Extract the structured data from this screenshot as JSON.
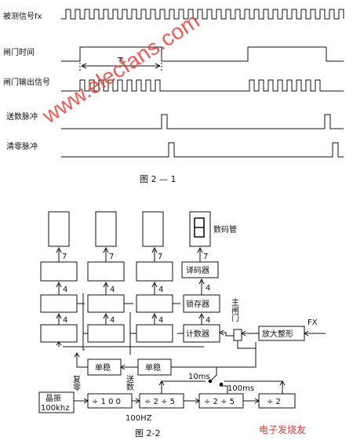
{
  "fig1": {
    "caption": "图 2 — 1",
    "signals": [
      {
        "label": "被测信号fx"
      },
      {
        "label": "闸门时间"
      },
      {
        "label": "闸门输出信号"
      },
      {
        "label": "送数脉冲"
      },
      {
        "label": "清零脉冲"
      }
    ],
    "period_mark": "T"
  },
  "fig2": {
    "caption": "图 2-2",
    "display_label": "数码管",
    "bus4": "4",
    "bus7": "7",
    "decoder": "译码器",
    "latch": "锁存器",
    "counter": "计数器",
    "gate": "主闸门",
    "amp": "放大整形",
    "fx": "FX",
    "mono1": "单稳",
    "mono2": "单稳",
    "reset": "复零",
    "send": "送数",
    "crystal": "晶振\n100khz",
    "crystal_l1": "晶振",
    "crystal_l2": "100khz",
    "div100": "÷ 1 0 0",
    "div25a": "÷ 2 ÷ 5",
    "div25b": "÷ 2 ÷ 5",
    "div2": "÷ 2",
    "hz100": "100HZ",
    "ms10": "10ms",
    "ms100": "100ms"
  },
  "watermark": "www.elecfans.com",
  "logo_text": "电子发烧友"
}
